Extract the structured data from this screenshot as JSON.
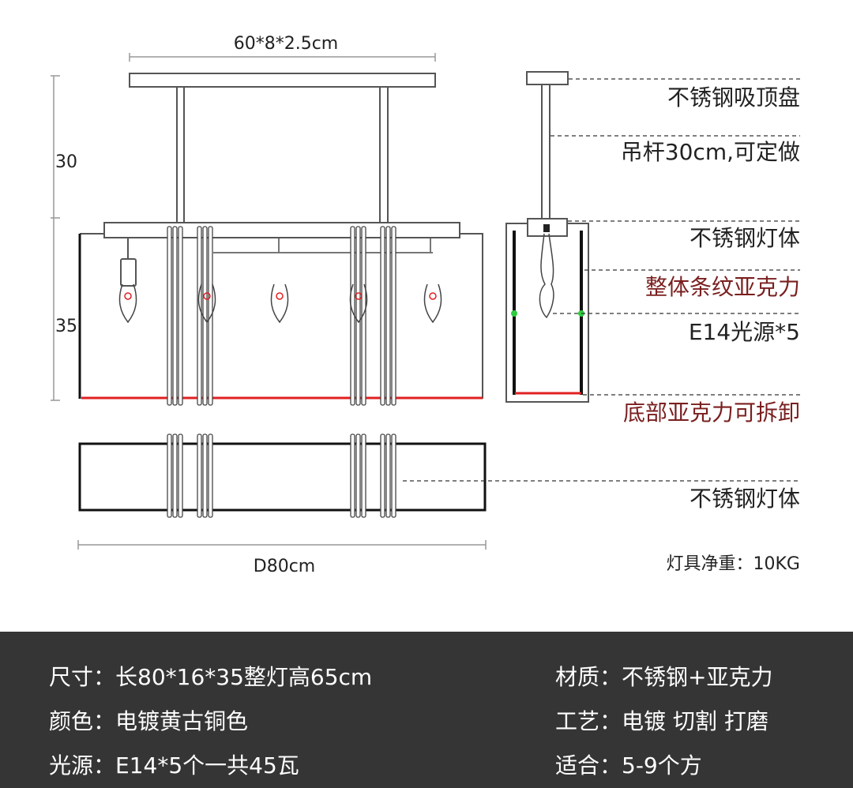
{
  "dimensions": {
    "top_width": "60*8*2.5cm",
    "rod_height": "30",
    "body_height": "35",
    "diameter": "D80cm"
  },
  "callouts": [
    "不锈钢吸顶盘",
    "吊杆30cm,可定做",
    "不锈钢灯体",
    "整体条纹亚克力",
    "E14光源*5",
    "底部亚克力可拆卸",
    "不锈钢灯体"
  ],
  "weight": "灯具净重：10KG",
  "specs": {
    "left": [
      {
        "label": "尺寸：",
        "value": "长80*16*35整灯高65cm"
      },
      {
        "label": "颜色：",
        "value": "电镀黄古铜色"
      },
      {
        "label": "光源：",
        "value": "E14*5个一共45瓦"
      }
    ],
    "right": [
      {
        "label": "材质：",
        "value": "不锈钢+亚克力"
      },
      {
        "label": "工艺：",
        "value": "电镀 切割 打磨"
      },
      {
        "label": "适合：",
        "value": "5-9个方"
      }
    ]
  },
  "colors": {
    "accent_red": "#7a1f1f",
    "panel": "#353535",
    "base_line": "#e02020",
    "marker": "#2ecc40"
  }
}
